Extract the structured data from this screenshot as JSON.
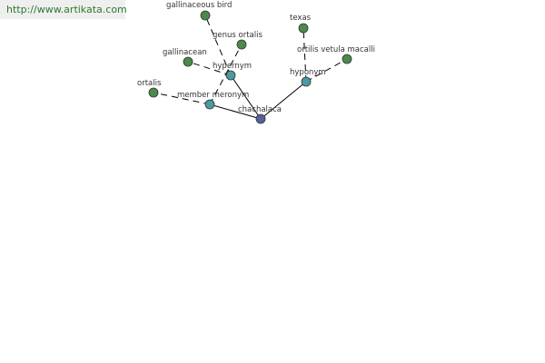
{
  "header": {
    "url": "http://www.artikata.com"
  },
  "colors": {
    "center_node": "#5560a0",
    "relation_node": "#4a9aa0",
    "word_node": "#4a8a4a",
    "url_text": "#2c7a2c",
    "url_background": "#efefef"
  },
  "graph": {
    "nodes": [
      {
        "id": "chachalaca",
        "label": "chachalaca",
        "kind": "center"
      },
      {
        "id": "hypernym",
        "label": "hypernym",
        "kind": "relation"
      },
      {
        "id": "member-meronym",
        "label": "member meronym",
        "kind": "relation"
      },
      {
        "id": "hyponym",
        "label": "hyponym",
        "kind": "relation"
      },
      {
        "id": "gallinaceous-bird",
        "label": "gallinaceous bird",
        "kind": "word"
      },
      {
        "id": "genus-ortalis",
        "label": "genus ortalis",
        "kind": "word"
      },
      {
        "id": "gallinacean",
        "label": "gallinacean",
        "kind": "word"
      },
      {
        "id": "ortalis",
        "label": "ortalis",
        "kind": "word"
      },
      {
        "id": "texas",
        "label": "texas",
        "kind": "word"
      },
      {
        "id": "ortilis-vetula-macalli",
        "label": "ortilis vetula macalli",
        "kind": "word"
      }
    ],
    "edges": [
      {
        "from": "chachalaca",
        "to": "hypernym",
        "style": "solid"
      },
      {
        "from": "chachalaca",
        "to": "member-meronym",
        "style": "solid"
      },
      {
        "from": "chachalaca",
        "to": "hyponym",
        "style": "solid"
      },
      {
        "from": "hypernym",
        "to": "gallinaceous-bird",
        "style": "dashed"
      },
      {
        "from": "hypernym",
        "to": "gallinacean",
        "style": "dashed"
      },
      {
        "from": "member-meronym",
        "to": "genus-ortalis",
        "style": "dashed"
      },
      {
        "from": "member-meronym",
        "to": "ortalis",
        "style": "dashed"
      },
      {
        "from": "hyponym",
        "to": "texas",
        "style": "dashed"
      },
      {
        "from": "hyponym",
        "to": "ortilis-vetula-macalli",
        "style": "dashed"
      }
    ]
  }
}
